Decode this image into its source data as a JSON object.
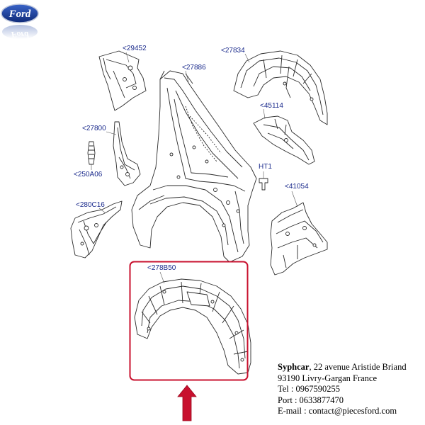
{
  "brand": {
    "logo_text": "Ford",
    "logo_reflection": "Ford"
  },
  "part_labels": [
    "<29452",
    "<27834",
    "<27886",
    "<45114",
    "<27800",
    "HT1",
    "<250A06",
    "<41054",
    "<280C16",
    "<278B50"
  ],
  "highlight_color": "#c8102e",
  "arrow_color": "#c8102e",
  "contact": {
    "company": "Syphcar",
    "address_line1": ", 22 avenue Aristide Briand",
    "address_line2": "93190 Livry-Gargan France",
    "tel": "Tel : 0967590255",
    "port": "Port : 0633877470",
    "email": "E-mail : contact@piecesford.com"
  }
}
